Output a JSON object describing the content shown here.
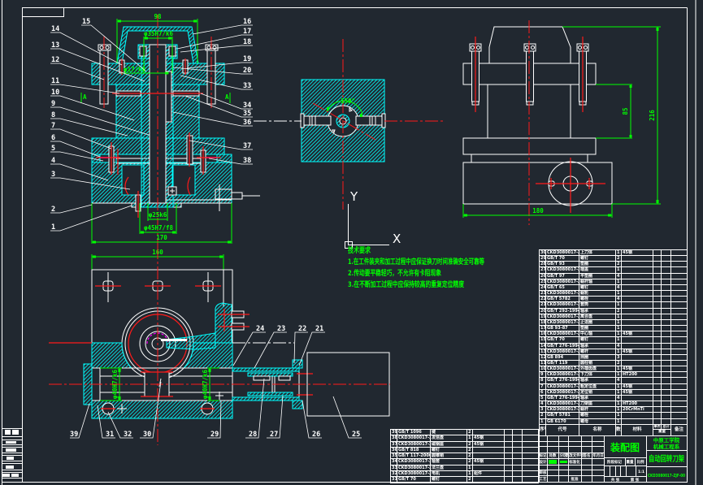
{
  "drawing": {
    "background_color": "#212830",
    "layer_colors": {
      "outline": "#ffffff",
      "hatch": "#00ffff",
      "center_line": "#ff0000",
      "dimension": "#00ff00",
      "hidden_line": "#ff00ff"
    }
  },
  "front_section_view": {
    "balloons_left": [
      "14",
      "13",
      "12",
      "11",
      "10",
      "9",
      "8",
      "7",
      "6",
      "5",
      "4",
      "3",
      "2",
      "1"
    ],
    "balloon_top": "15",
    "balloons_right": [
      "16",
      "17",
      "18",
      "19",
      "20",
      "33",
      "34",
      "35",
      "36",
      "37",
      "38"
    ],
    "section_mark": "A",
    "dimensions": {
      "cover_width": "98",
      "cap_fit": "φ35H7/k6",
      "shaft_fit": "φ17/k6",
      "bore_fit": "φ25k6",
      "base_fit": "φ45H7/f8",
      "base_width": "170"
    }
  },
  "section_view_a": {
    "angle": "150°"
  },
  "side_view": {
    "dimensions": {
      "overall_height": "216",
      "body_height": "85",
      "base_width": "180"
    }
  },
  "top_view": {
    "dimensions": {
      "plate_width": "160",
      "bearing_fit_left": "φ40H7/k6",
      "bearing_fit_right": "φ40H7/k6"
    },
    "balloons_top": [
      "24",
      "23",
      "22",
      "21"
    ],
    "balloons_bottom": [
      "39",
      "31",
      "32",
      "30",
      "29",
      "28",
      "27",
      "26",
      "25"
    ]
  },
  "ucs_icon": {
    "x_label": "X",
    "y_label": "Y"
  },
  "technical_requirements": {
    "title": "技术要求",
    "items": [
      "1.在工件装夹和加工过程中应保证换刀时间准确安全可靠等",
      "2.传动要平稳轻巧，不允许有卡阻现象",
      "3.在不断加工过程中应保持较高的重复定位精度"
    ]
  },
  "parts_list": {
    "header": {
      "no": "序号",
      "code": "代号",
      "name": "名称",
      "qty": "数量",
      "material": "材料",
      "unit_weight": "单件",
      "total_weight": "总计",
      "weight": "重量",
      "remark": "备注"
    },
    "rows": [
      {
        "no": "30",
        "code": "CKD3080017-ZJF-08",
        "name": "上刀体",
        "qty": "1",
        "material": "45钢"
      },
      {
        "no": "29",
        "code": "GB/T 70",
        "name": "螺钉",
        "qty": "2",
        "material": ""
      },
      {
        "no": "28",
        "code": "GB/T 93",
        "name": "垫圈",
        "qty": "2",
        "material": ""
      },
      {
        "no": "27",
        "code": "CKD3080017-ZJF-13",
        "name": "端盖",
        "qty": "1",
        "material": ""
      },
      {
        "no": "26",
        "code": "GB/T 97",
        "name": "平垫圈",
        "qty": "4",
        "material": ""
      },
      {
        "no": "25",
        "code": "CKD3080017-ZJF-06",
        "name": "蜗杆轴",
        "qty": "1",
        "material": ""
      },
      {
        "no": "24",
        "code": "GB/T 65",
        "name": "螺钉",
        "qty": "4",
        "material": ""
      },
      {
        "no": "23",
        "code": "CKD3080017-ZJF-05",
        "name": "蜗轮",
        "qty": "1",
        "material": ""
      },
      {
        "no": "22",
        "code": "GB/T 5782",
        "name": "螺栓",
        "qty": "4",
        "material": ""
      },
      {
        "no": "21",
        "code": "CKD3080017-ZJF-11",
        "name": "套筒",
        "qty": "1",
        "material": ""
      },
      {
        "no": "20",
        "code": "GB/T 292-1994",
        "name": "轴承",
        "qty": "2",
        "material": ""
      },
      {
        "no": "19",
        "code": "CKD3080017-ZJF-10",
        "name": "离合盘",
        "qty": "1",
        "material": ""
      },
      {
        "no": "18",
        "code": "CKD3080017-ZJF-04",
        "name": "止退圈",
        "qty": "1",
        "material": ""
      },
      {
        "no": "17",
        "code": "GB 93-87",
        "name": "垫圈",
        "qty": "1",
        "material": ""
      },
      {
        "no": "16",
        "code": "CKD3080017-ZJF-03",
        "name": "中心轴",
        "qty": "1",
        "material": "45钢"
      },
      {
        "no": "15",
        "code": "GB/T 70",
        "name": "螺钉",
        "qty": "1",
        "material": ""
      },
      {
        "no": "14",
        "code": "GB/T 276-1994",
        "name": "轴承",
        "qty": "4",
        "material": ""
      },
      {
        "no": "13",
        "code": "CKD3080017-ZJF-09",
        "name": "螺杆",
        "qty": "1",
        "material": "45钢"
      },
      {
        "no": "12",
        "code": "GB 894",
        "name": "挡圈",
        "qty": "3",
        "material": ""
      },
      {
        "no": "11",
        "code": "GB/T 119",
        "name": "圆柱销",
        "qty": "2",
        "material": ""
      },
      {
        "no": "10",
        "code": "CKD3080017-ZJF-02",
        "name": "外端齿盘",
        "qty": "1",
        "material": "45钢"
      },
      {
        "no": "9",
        "code": "CKD3080017-ZJF-01",
        "name": "下刀体",
        "qty": "1",
        "material": "HT200"
      },
      {
        "no": "8",
        "code": "GB/T 276-1994",
        "name": "轴承",
        "qty": "4",
        "material": ""
      },
      {
        "no": "7",
        "code": "CKD3080017-ZJF-15",
        "name": "粗定位盘",
        "qty": "1",
        "material": "45钢"
      },
      {
        "no": "6",
        "code": "CKD3080017-ZJF-14",
        "name": "定位销",
        "qty": "1",
        "material": "45钢"
      },
      {
        "no": "5",
        "code": "GB/T 276-1994",
        "name": "轴承",
        "qty": "4",
        "material": ""
      },
      {
        "no": "4",
        "code": "CKD3080017-ZJF-16",
        "name": "刀架座",
        "qty": "1",
        "material": "HT200"
      },
      {
        "no": "3",
        "code": "CKD3080017-ZJF-17",
        "name": "蜗杆",
        "qty": "1",
        "material": "20CrMnTi"
      },
      {
        "no": "2",
        "code": "GB/T 5781",
        "name": "螺栓",
        "qty": "1",
        "material": ""
      },
      {
        "no": "1",
        "code": "GB 6170",
        "name": "螺母",
        "qty": "1",
        "material": ""
      }
    ],
    "continuation_rows": [
      {
        "no": "39",
        "code": "GB/T 1096",
        "name": "键",
        "qty": "2",
        "material": ""
      },
      {
        "no": "38",
        "code": "CKD3080017-ZJF-20",
        "name": "发信盘",
        "qty": "1",
        "material": "45钢"
      },
      {
        "no": "37",
        "code": "CKD3080017-ZJF-19",
        "name": "磁钢座",
        "qty": "2",
        "material": "45钢"
      },
      {
        "no": "36",
        "code": "GB/T 818",
        "name": "螺钉",
        "qty": "2",
        "material": ""
      },
      {
        "no": "35",
        "code": "GB/T 117-2000",
        "name": "圆锥销",
        "qty": "2",
        "material": ""
      },
      {
        "no": "34",
        "code": "CKD3080017-ZJF-18",
        "name": "轴套",
        "qty": "2",
        "material": "45钢"
      },
      {
        "no": "33",
        "code": "CKD3080017-ZJF-21",
        "name": "法兰盘",
        "qty": "1",
        "material": ""
      },
      {
        "no": "32",
        "code": "CKD3080017-ZJF-22",
        "name": "电机",
        "qty": "1",
        "material": "组件"
      },
      {
        "no": "31",
        "code": "GB/T 70",
        "name": "螺钉",
        "qty": "2",
        "material": ""
      }
    ]
  },
  "title_block": {
    "drawing_type": "装配图",
    "school_line1": "中原工学院",
    "school_line2": "机械工程系",
    "title": "自动回转刀架",
    "drawing_number": "CKD3080017-ZJF-00",
    "scale": "1:1",
    "sign_labels": {
      "mark": "标记",
      "count": "处数",
      "zone": "分区",
      "change_doc": "更改文件号",
      "signature": "签名",
      "date": "年月日",
      "designer": "设计",
      "standardization": "标准化",
      "reviewer": "审核",
      "process": "工艺",
      "approver": "批准"
    },
    "stage_labels": {
      "stage": "阶段标记",
      "weight": "重量",
      "scale": "比例"
    },
    "sheet": {
      "total": "共 张",
      "current": "第 张"
    }
  }
}
